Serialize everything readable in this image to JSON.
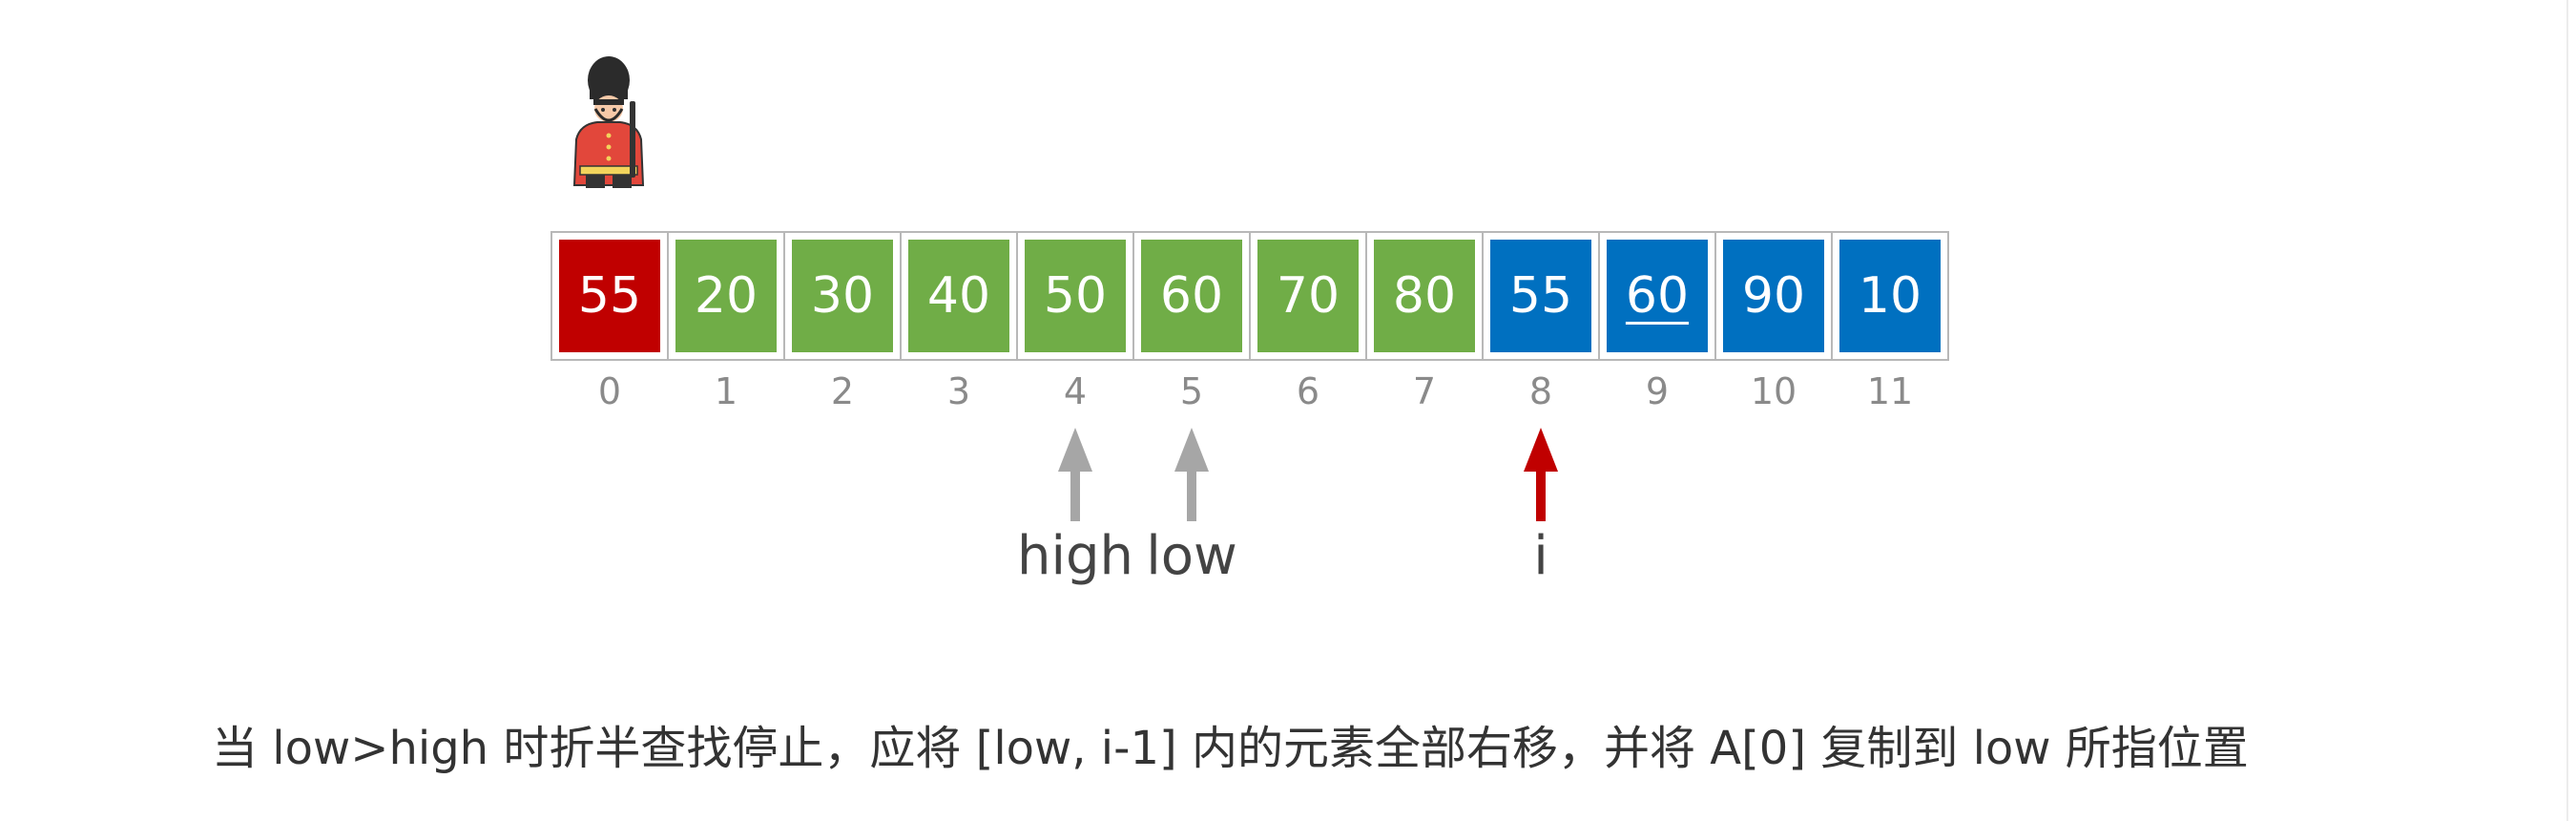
{
  "array": {
    "values": [
      "55",
      "20",
      "30",
      "40",
      "50",
      "60",
      "70",
      "80",
      "55",
      "60",
      "90",
      "10"
    ],
    "indices": [
      "0",
      "1",
      "2",
      "3",
      "4",
      "5",
      "6",
      "7",
      "8",
      "9",
      "10",
      "11"
    ],
    "cell_states": [
      "sentinel",
      "sorted",
      "sorted",
      "sorted",
      "sorted",
      "sorted",
      "sorted",
      "sorted",
      "unsorted",
      "unsorted",
      "unsorted",
      "unsorted"
    ],
    "current_index": 9
  },
  "colors": {
    "sentinel": "#c00000",
    "sorted": "#70ad47",
    "unsorted": "#0070c0",
    "pointer_gray": "#a6a6a6",
    "pointer_red": "#c00000"
  },
  "pointers": [
    {
      "label": "high",
      "index": 4,
      "color": "pointer_gray"
    },
    {
      "label": "low",
      "index": 5,
      "color": "pointer_gray"
    },
    {
      "label": "i",
      "index": 8,
      "color": "pointer_red"
    }
  ],
  "caption": "当 low>high 时折半查找停止，应将 [low, i-1] 内的元素全部右移，并将 A[0] 复制到 low 所指位置",
  "icons": {
    "guard": "royal-guard-icon"
  }
}
